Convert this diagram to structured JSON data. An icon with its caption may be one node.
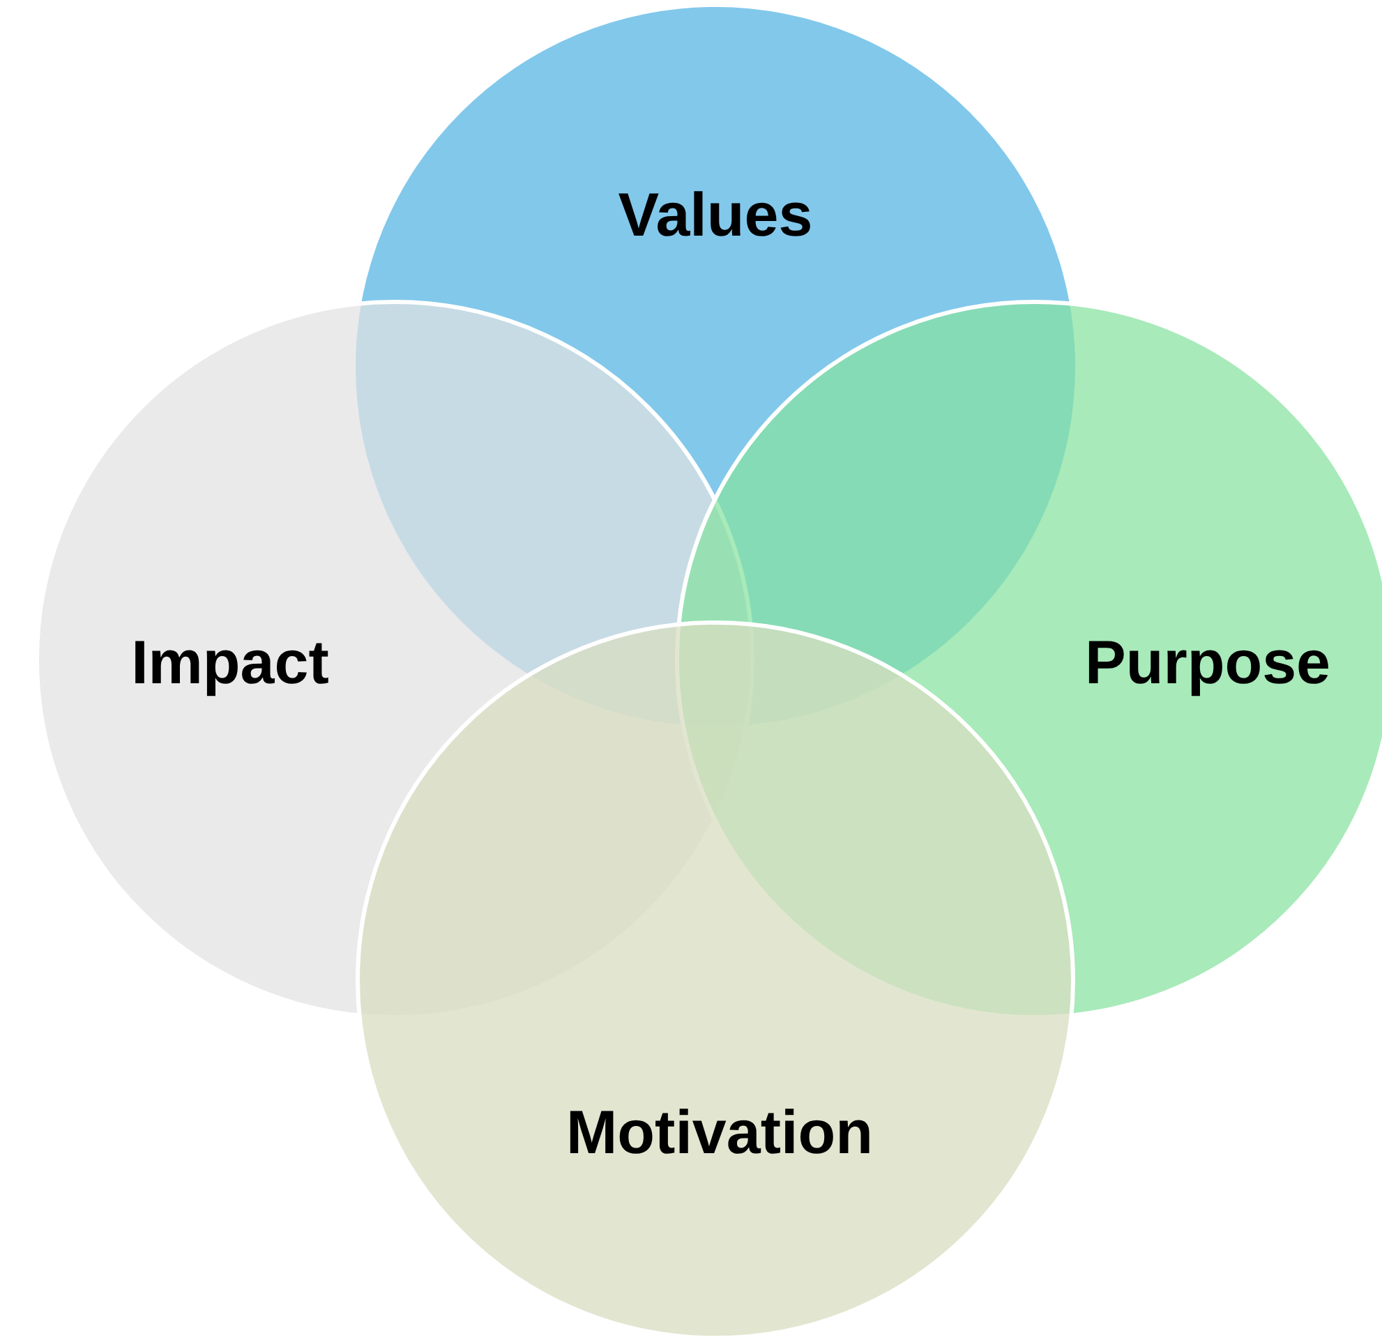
{
  "diagram": {
    "nodes": [
      {
        "text": [
          "Values"
        ]
      },
      {
        "text": [
          "Impact"
        ]
      },
      {
        "text": [
          "Purpose"
        ]
      },
      {
        "text": [
          "Motivation"
        ]
      }
    ]
  }
}
